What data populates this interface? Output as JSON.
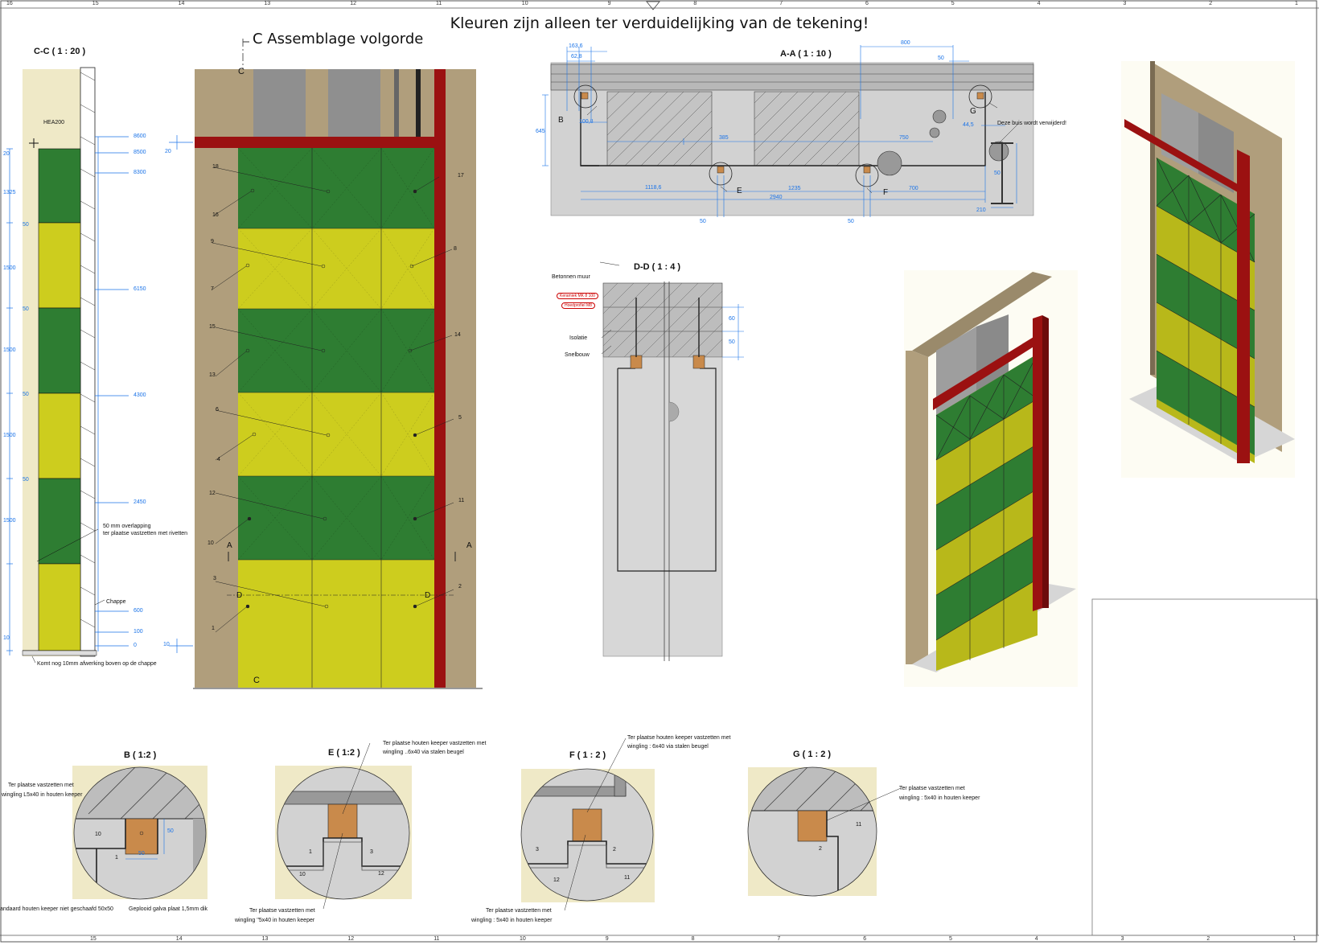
{
  "header": {
    "title": "Kleuren zijn alleen ter verduidelijking van de tekening!"
  },
  "ruler": {
    "top": [
      "16",
      "15",
      "14",
      "13",
      "12",
      "11",
      "10",
      "9",
      "8",
      "7",
      "6",
      "5",
      "4",
      "3",
      "2",
      "1"
    ],
    "bottom": [
      "15",
      "14",
      "13",
      "12",
      "11",
      "10",
      "9",
      "8",
      "7",
      "6",
      "5",
      "4",
      "3",
      "2",
      "1"
    ]
  },
  "colors": {
    "green": "#2e7d32",
    "yellow": "#cdcd1e",
    "red": "#9b1111",
    "wall": "#b09e7c",
    "grey": "#c9c9c9",
    "blue": "#1a73e8"
  },
  "cc": {
    "title": "C-C ( 1 : 20 )",
    "hea": "HEA200",
    "levels": [
      "8600",
      "8500",
      "8300",
      "6150",
      "4300",
      "2450",
      "600",
      "100",
      "0"
    ],
    "left_dims": [
      "20",
      "1325",
      "50",
      "1500",
      "50",
      "1500",
      "50",
      "1500",
      "50",
      "1500",
      "10"
    ],
    "note_overlap_1": "50 mm overlapping",
    "note_overlap_2": "ter plaatse vastzetten met rivetten",
    "note_chappe": "Chappe",
    "note_bottom": "Komt nog 10mm afwerking boven op de chappe",
    "dim_bottom": "10"
  },
  "assembly": {
    "title": "C Assemblage volgorde",
    "section_mark": "C",
    "numbers": [
      "18",
      "17",
      "16",
      "9",
      "8",
      "7",
      "15",
      "14",
      "13",
      "6",
      "5",
      "4",
      "12",
      "11",
      "10",
      "3",
      "2",
      "1"
    ],
    "mark_a": "A",
    "mark_d": "D",
    "dim_top": "20",
    "dim_bottom": "10"
  },
  "aa": {
    "title": "A-A ( 1 : 10 )",
    "dims": [
      "163,6",
      "62,8",
      "800",
      "50",
      "645",
      "100,8",
      "385",
      "750",
      "44,5",
      "1118,6",
      "1235",
      "700",
      "2940",
      "50",
      "50",
      "210",
      "50"
    ],
    "marks": [
      "B",
      "E",
      "F",
      "G"
    ],
    "note_pipe": "Deze buis wordt verwijderd!"
  },
  "dd": {
    "title": "D-D ( 1 : 4 )",
    "labels": [
      "Betonnen muur",
      "Isolatie",
      "Snelbouw"
    ],
    "tags": [
      "Keramiek MK 8 100",
      "Hoedprofiel M8"
    ],
    "dims": [
      "60",
      "50"
    ]
  },
  "b": {
    "title": "B ( 1:2 )",
    "note1a": "Ter plaatse vastzetten met",
    "note1b": "wingling L5x40 in houten keeper",
    "note2": "andaard houten keeper niet geschaafd 50x50",
    "note3": "Geplooid galva plaat 1,5mm dik",
    "nums": [
      "10",
      "1"
    ],
    "dims": [
      "50",
      "50"
    ]
  },
  "e": {
    "title": "E ( 1:2 )",
    "note1a": "Ter plaatse houten keeper vastzetten met",
    "note1b": "wingling ..6x40 via stalen beugel",
    "note2a": "Ter plaatse vastzetten met",
    "note2b": "wingling ''5x40 in houten keeper",
    "nums": [
      "1",
      "3",
      "10",
      "12"
    ]
  },
  "f": {
    "title": "F ( 1 : 2 )",
    "note1a": "Ter plaatse houten keeper vastzetten met",
    "note1b": "wingling : 6x40 via stalen beugel",
    "note2a": "Ter plaatse vastzetten met",
    "note2b": "wingling : 5x40 in houten keeper",
    "nums": [
      "3",
      "2",
      "12",
      "11"
    ]
  },
  "g": {
    "title": "G ( 1 : 2 )",
    "note1a": "Ter plaatse vastzetten met",
    "note1b": "wingling : 5x40 in houten keeper",
    "nums": [
      "11",
      "2"
    ]
  }
}
